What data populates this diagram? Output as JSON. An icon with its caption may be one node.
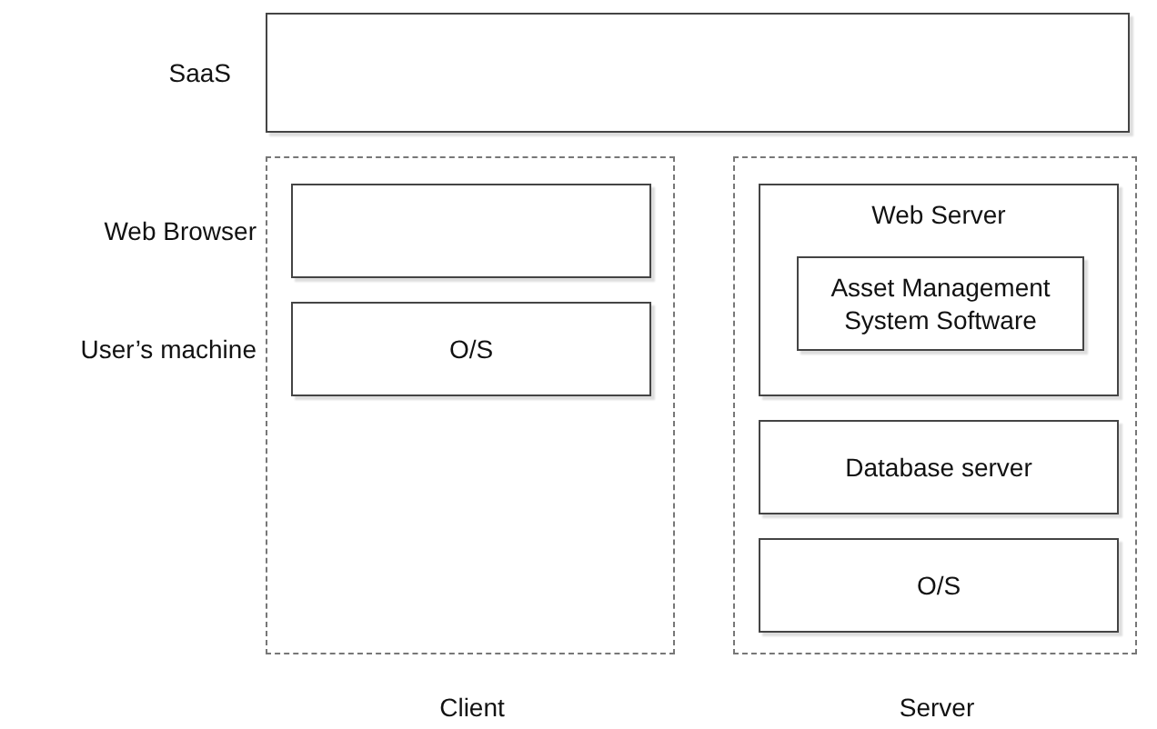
{
  "diagram": {
    "nodes": [
      {
        "text": [
          "SaaS"
        ]
      },
      {
        "text": [
          "Client"
        ]
      },
      {
        "text": [
          "Web Browser"
        ],
        "in": 1
      },
      {
        "text": [
          "O/S"
        ],
        "in": 1,
        "beside": [
          "User’s machine"
        ]
      },
      {
        "text": [
          "Server"
        ]
      },
      {
        "text": [
          "Web Server"
        ],
        "in": 4
      },
      {
        "text": [
          "Asset Management System Software"
        ],
        "in": 5
      },
      {
        "text": [
          "Database server"
        ],
        "in": 4
      },
      {
        "text": [
          "O/S"
        ],
        "in": 4
      }
    ]
  }
}
